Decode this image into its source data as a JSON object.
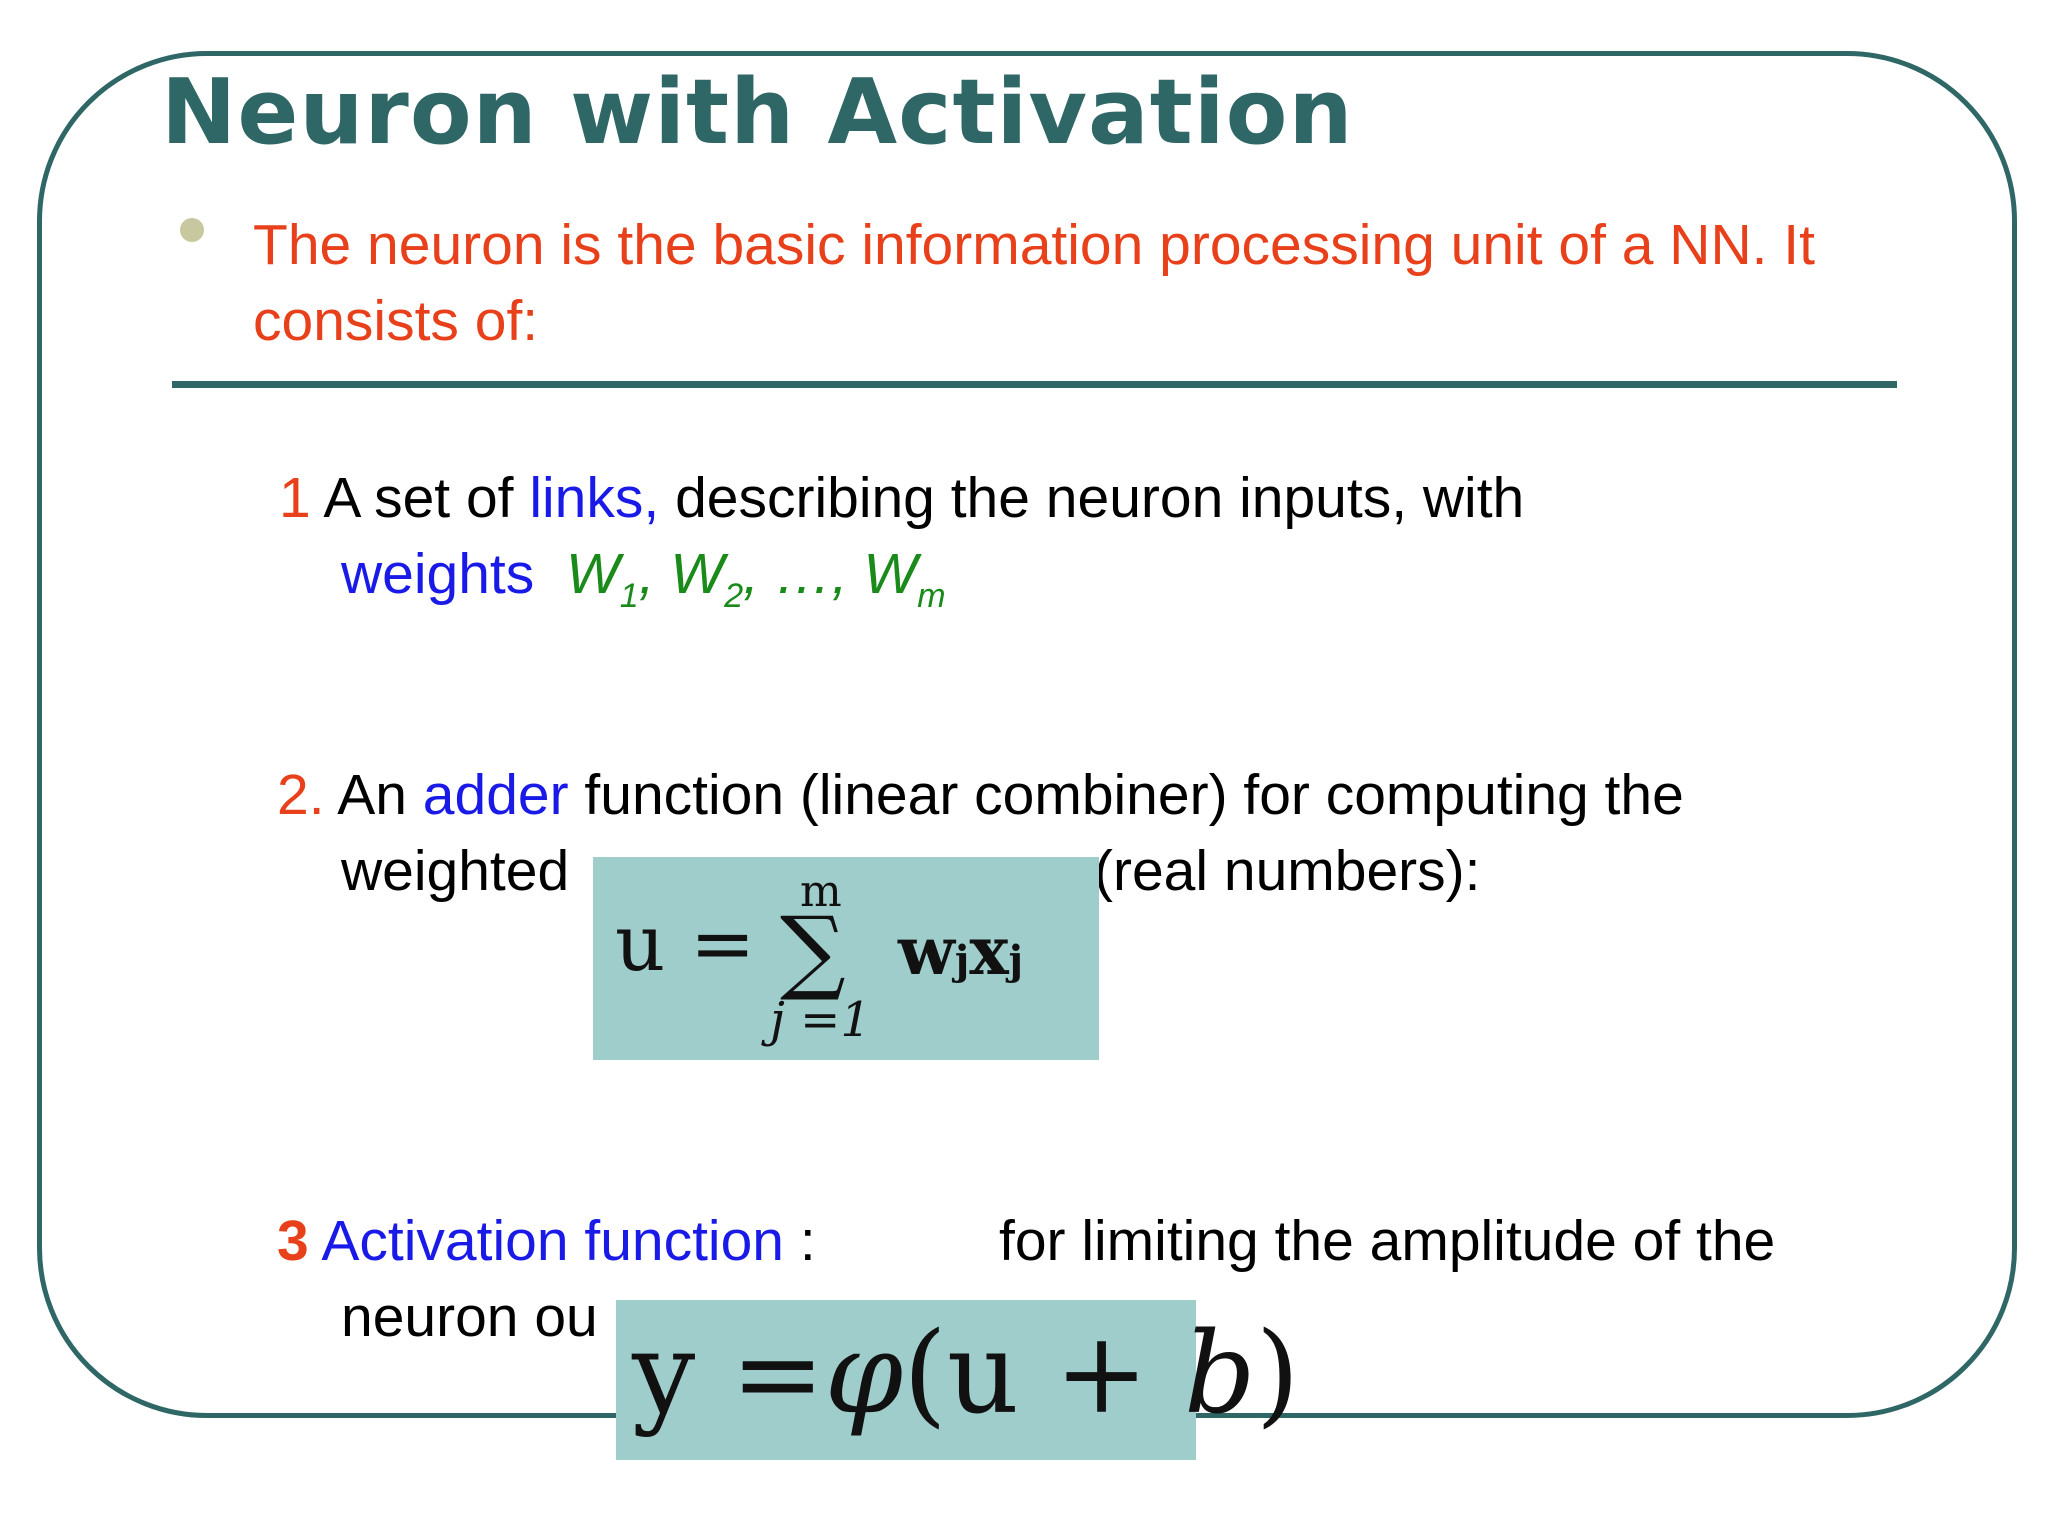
{
  "slide": {
    "title": "Neuron with Activation",
    "intro": "The neuron is the basic information processing unit of a NN. It consists of:",
    "item1": {
      "number": "1",
      "text_a": " A set of ",
      "links": "links,",
      "text_b": " describing the neuron inputs, with",
      "weights": "weights",
      "w1": "W",
      "w1_sub": "1",
      "sep1": ", ",
      "w2": "W",
      "w2_sub": "2",
      "sep2": ", …, ",
      "wm": "W",
      "wm_sub": "m"
    },
    "item2": {
      "number": "2.",
      "text_a": " An ",
      "adder": "adder",
      "text_b": " function (linear combiner) for computing the",
      "line2_a": "weighted",
      "line2_b": " (real numbers):"
    },
    "item3": {
      "number": "3",
      "activation": " Activation function",
      "colon": " :",
      "text_b": "for limiting the amplitude of the",
      "line2": "neuron ou"
    },
    "equation_sum": {
      "lhs": "u",
      "eq": "=",
      "sigma": "∑",
      "upper": "m",
      "lower": "j =1",
      "term": "w",
      "term_sub1": "j",
      "term_x": "x",
      "term_sub2": "j"
    },
    "equation_act": {
      "lhs": "y",
      "eq": "=",
      "phi": "φ",
      "open": "(",
      "u": "u",
      "plus": " + ",
      "b": "b",
      "close": ")"
    },
    "colors": {
      "frame": "#2f6666",
      "title": "#2f6666",
      "intro": "#e8401a",
      "highlight_blue": "#1a1ae8",
      "highlight_green": "#1a8a1a",
      "equation_box": "#9fcdcb"
    }
  }
}
